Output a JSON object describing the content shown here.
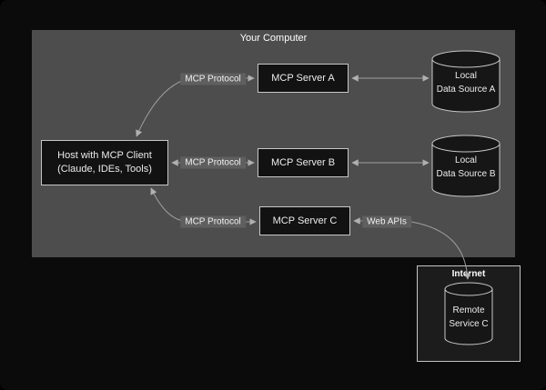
{
  "diagram": {
    "container_label": "Your Computer",
    "host": {
      "line1": "Host with MCP Client",
      "line2": "(Claude, IDEs, Tools)"
    },
    "servers": [
      {
        "label": "MCP Server A"
      },
      {
        "label": "MCP Server B"
      },
      {
        "label": "MCP Server C"
      }
    ],
    "protocol_labels": [
      "MCP Protocol",
      "MCP Protocol",
      "MCP Protocol"
    ],
    "web_apis_label": "Web APIs",
    "data_sources": [
      {
        "line1": "Local",
        "line2": "Data Source A"
      },
      {
        "line1": "Local",
        "line2": "Data Source B"
      }
    ],
    "internet": {
      "label": "Internet",
      "service": {
        "line1": "Remote",
        "line2": "Service C"
      }
    },
    "colors": {
      "canvas_bg": "#0b0b0b",
      "container_bg": "#4d4d4d",
      "node_bg": "#121212",
      "node_border": "#c7c7c7",
      "label_pill_bg": "#5f5f5f",
      "arrow": "#a8a8a8",
      "text": "#ececec"
    }
  }
}
